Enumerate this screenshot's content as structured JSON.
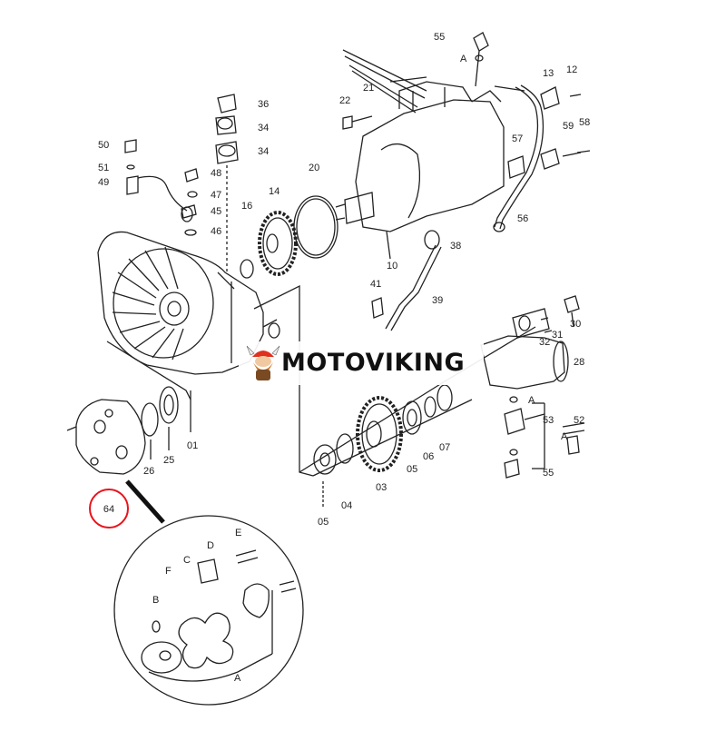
{
  "brand": {
    "name": "MOTOVIKING",
    "logo_icon": "viking-mascot-icon",
    "colors": {
      "text": "#111111",
      "helmet": "#e0301e",
      "beard": "#c8742a"
    }
  },
  "highlight": {
    "label": "64",
    "color": "#e8131b"
  },
  "part_labels": {
    "p55_top": "55",
    "a_top": "A",
    "p21": "21",
    "p22": "22",
    "p13": "13",
    "p12": "12",
    "p36": "36",
    "p34a": "34",
    "p34b": "34",
    "p50": "50",
    "p51": "51",
    "p49": "49",
    "p48": "48",
    "p47": "47",
    "p45": "45",
    "p46": "46",
    "p20": "20",
    "p14": "14",
    "p16": "16",
    "p57": "57",
    "p59": "59",
    "p58": "58",
    "p56": "56",
    "p10": "10",
    "p38": "38",
    "p41": "41",
    "p39": "39",
    "p30": "30",
    "p31": "31",
    "p32": "32",
    "p28": "28",
    "a_right": "A",
    "p53": "53",
    "p52": "52",
    "a_right2": "A",
    "p55_bot": "55",
    "p26": "26",
    "p25": "25",
    "p01": "01",
    "p03": "03",
    "p04": "04",
    "p05": "05",
    "p06": "06",
    "p07": "07",
    "p05b": "05"
  },
  "detail_labels": {
    "a": "A",
    "b": "B",
    "c": "C",
    "d": "D",
    "e": "E",
    "f": "F"
  }
}
